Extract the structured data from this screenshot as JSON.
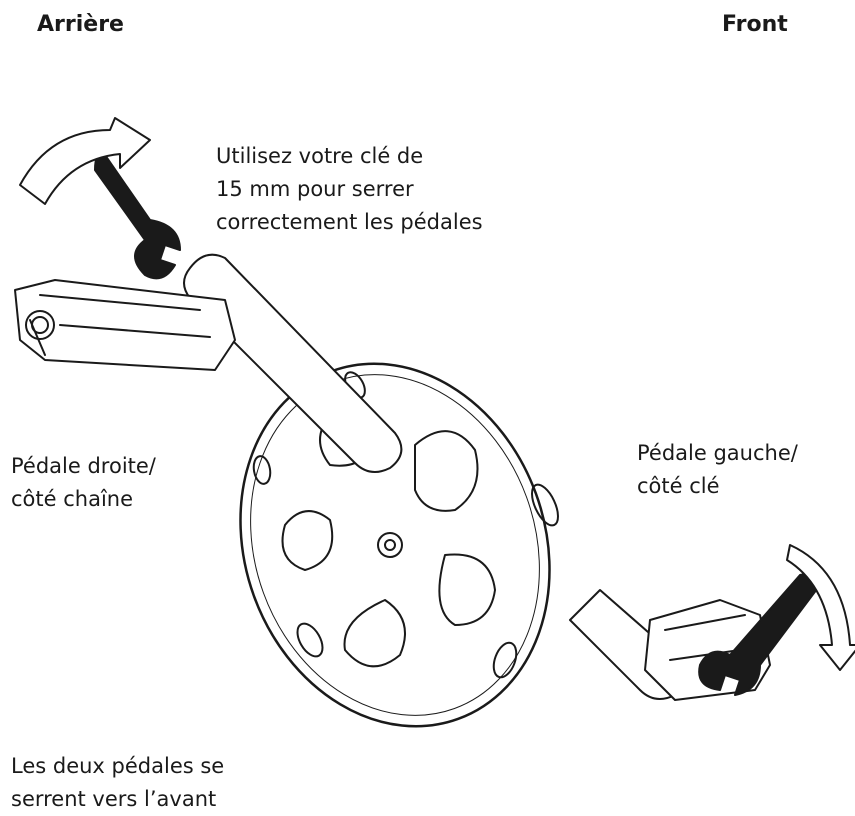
{
  "headings": {
    "rear": "Arrière",
    "front": "Front"
  },
  "labels": {
    "wrench_instruction": "Utilisez votre clé de\n15 mm pour serrer\ncorrectement les pédales",
    "right_pedal": "Pédale droite/\ncôté chaîne",
    "left_pedal": "Pédale gauche/\ncôté clé",
    "tightening_note": "Les deux pédales se\nserrent vers l’avant"
  },
  "icons": [
    "rotation-arrow-icon",
    "wrench-icon",
    "pedal-icon",
    "crankset-icon"
  ],
  "colors": {
    "ink": "#1a1a1a",
    "background": "#ffffff"
  }
}
